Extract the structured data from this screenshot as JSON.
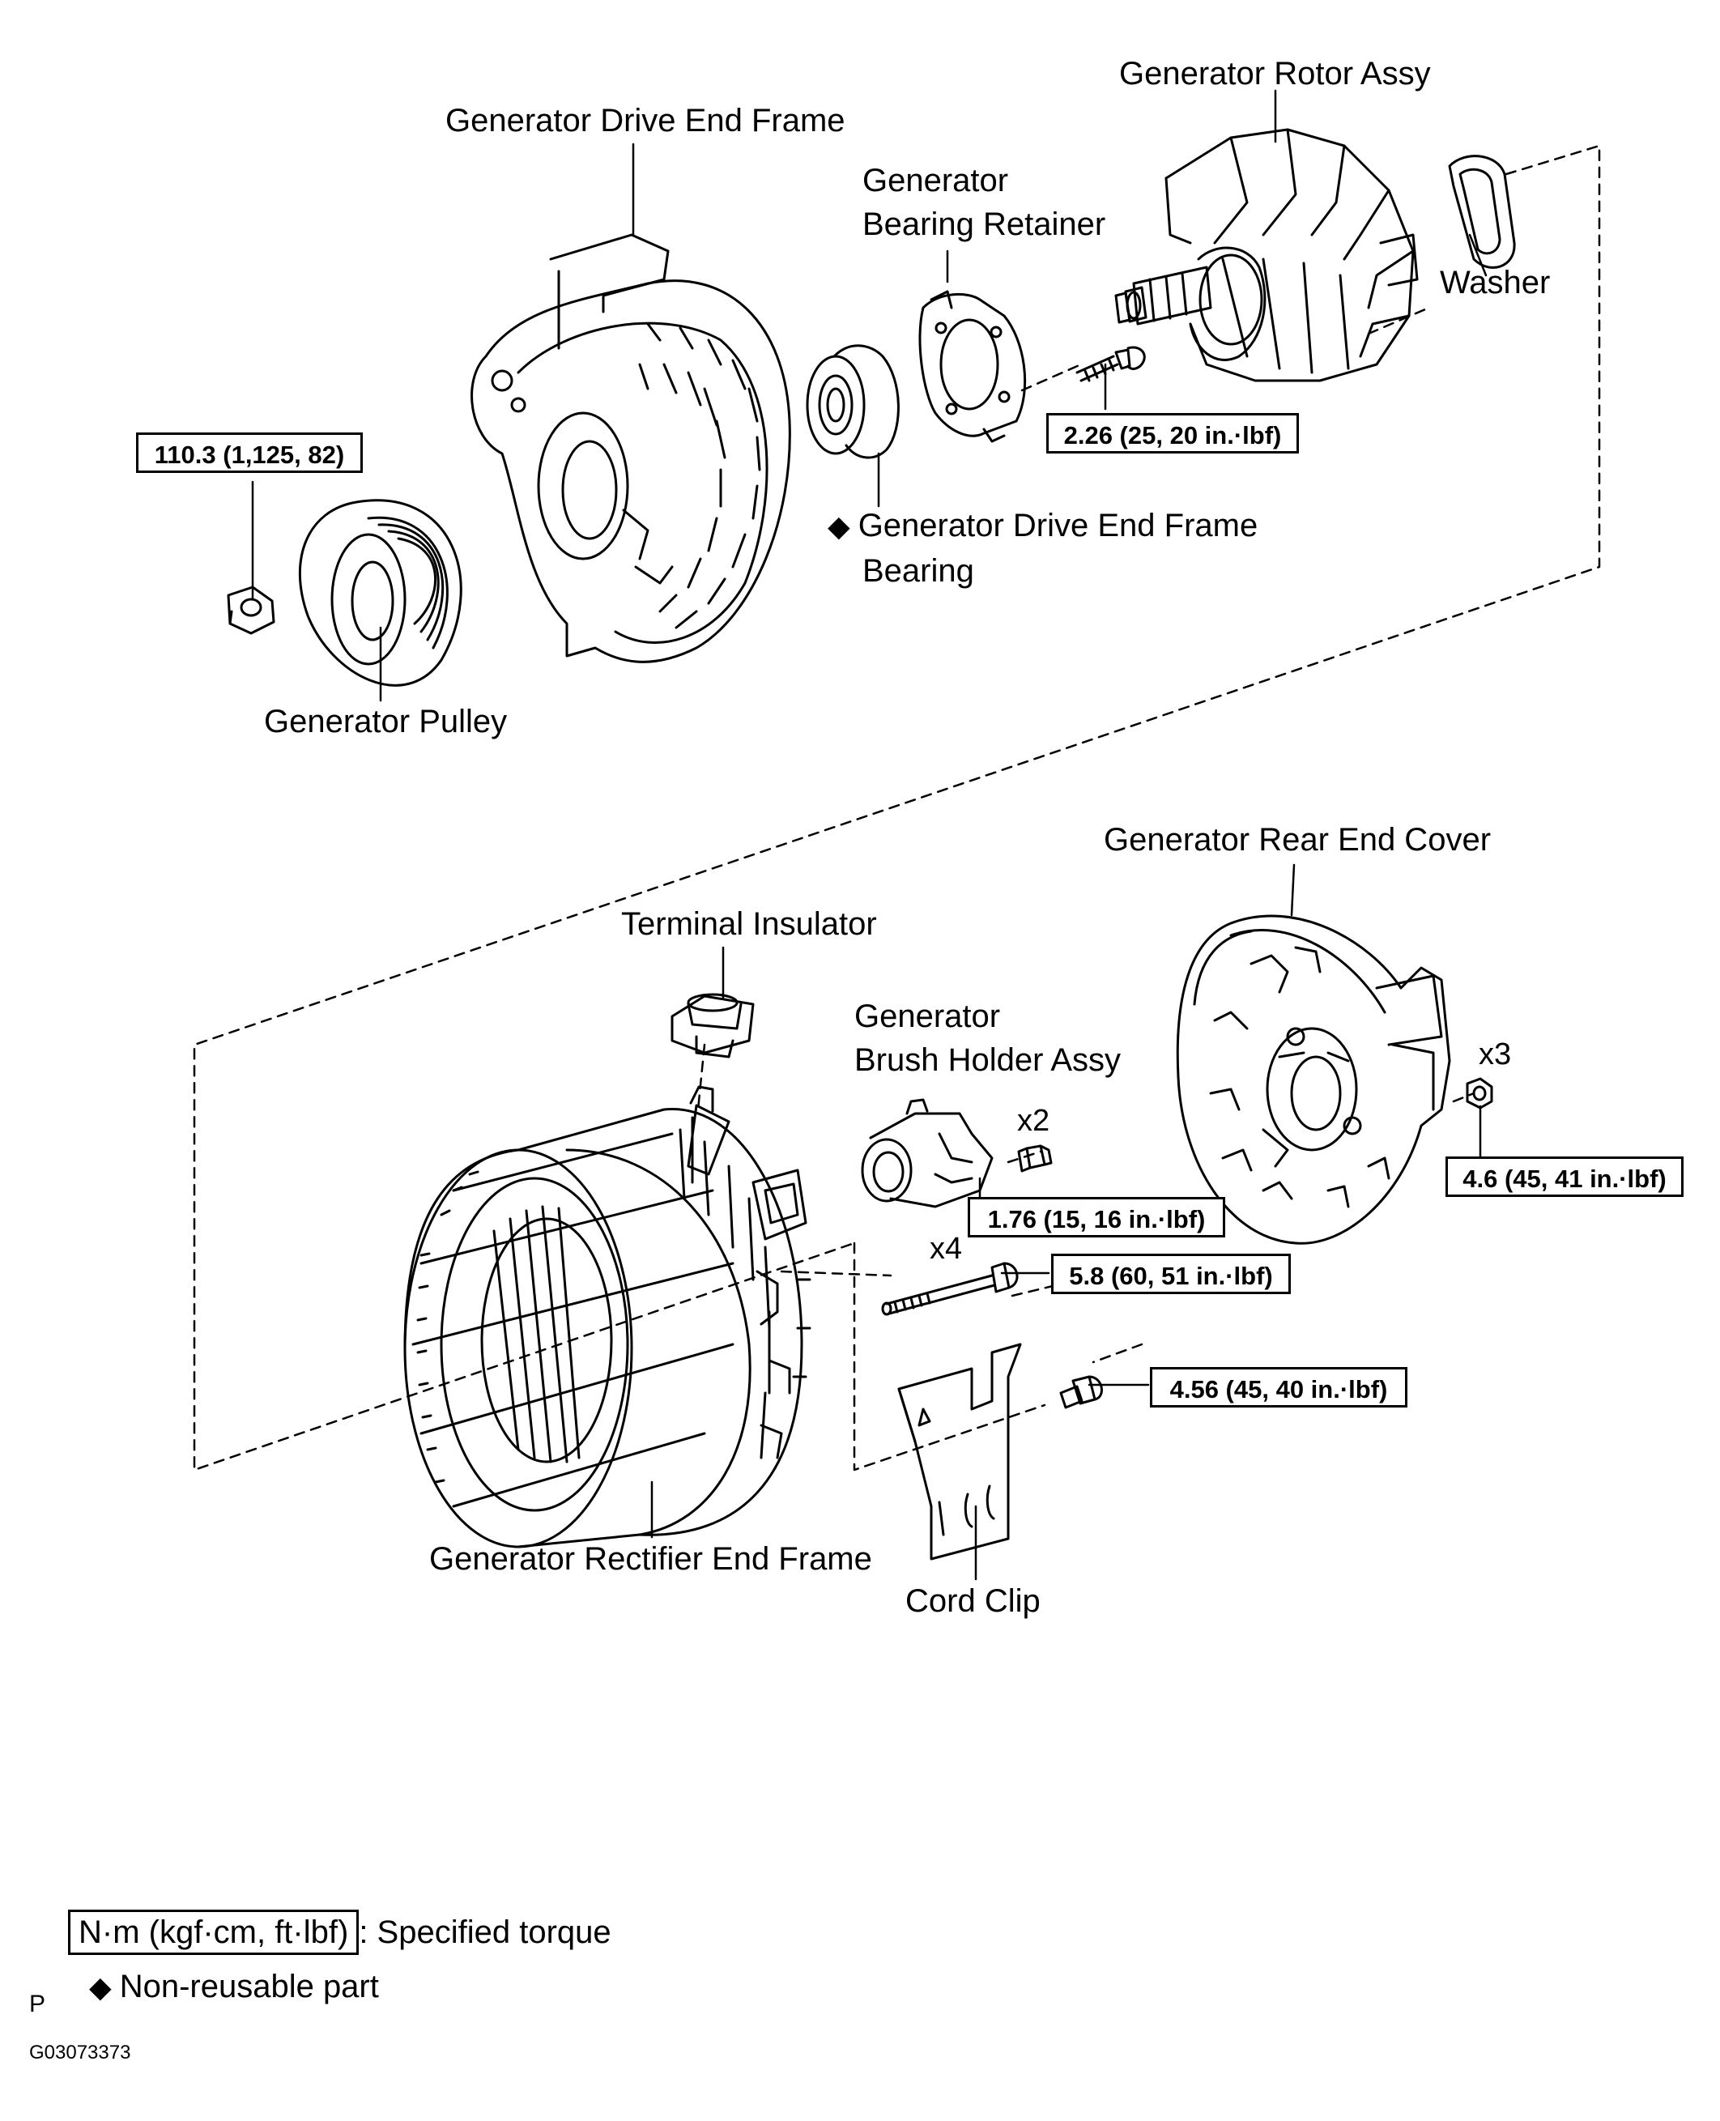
{
  "parts": {
    "drive_end_frame": "Generator Drive End Frame",
    "rotor_assy": "Generator Rotor Assy",
    "bearing_retainer_1": "Generator",
    "bearing_retainer_2": "Bearing Retainer",
    "washer": "Washer",
    "pulley": "Generator Pulley",
    "drive_end_bearing_1": "Generator Drive End Frame",
    "drive_end_bearing_2": "Bearing",
    "rear_end_cover": "Generator Rear End Cover",
    "terminal_insulator": "Terminal Insulator",
    "brush_holder_1": "Generator",
    "brush_holder_2": "Brush Holder Assy",
    "rectifier_end_frame": "Generator Rectifier End Frame",
    "cord_clip": "Cord Clip"
  },
  "torques": {
    "pulley_nut": "110.3 (1,125, 82)",
    "retainer_screw": "2.26 (25, 20 in.·lbf)",
    "brush_holder_screw": "1.76 (15, 16 in.·lbf)",
    "through_bolt": "5.8 (60, 51 in.·lbf)",
    "rear_cover_nut": "4.6 (45, 41 in.·lbf)",
    "cord_clip_bolt": "4.56 (45, 40 in.·lbf)"
  },
  "quantities": {
    "brush_holder_screw": "x2",
    "through_bolt": "x4",
    "rear_cover_nut": "x3"
  },
  "symbols": {
    "non_reusable": "◆"
  },
  "legend": {
    "torque_units": "N·m (kgf·cm, ft·lbf)",
    "torque_desc": ": Specified torque",
    "non_reusable_desc": "Non-reusable part"
  },
  "footer": {
    "code_p": "P",
    "figure_id": "G03073373"
  }
}
